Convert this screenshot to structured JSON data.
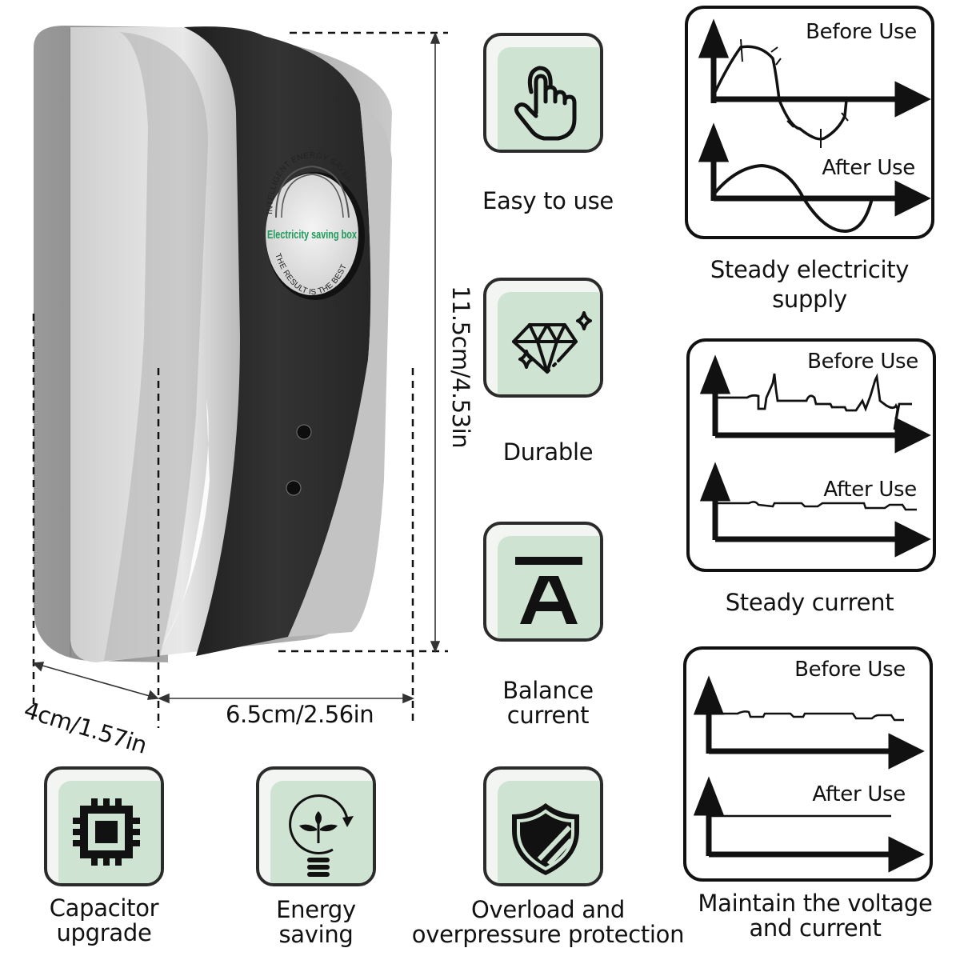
{
  "product": {
    "badge": {
      "top_arc": "INTELLIGENT ENERGY SAVER",
      "center": "Electricity saving box",
      "bottom_arc": "THE RESULT IS THE BEST",
      "center_color": "#1f9a5a"
    },
    "dimensions": {
      "height": "11.5cm/4.53in",
      "width": "6.5cm/2.56in",
      "depth": "4cm/1.57in"
    }
  },
  "features": [
    {
      "icon": "hand-pointer-icon",
      "label": "Easy to use"
    },
    {
      "icon": "diamond-icon",
      "label": "Durable"
    },
    {
      "icon": "a-bar-icon",
      "label_line1": "Balance",
      "label_line2": "current"
    },
    {
      "icon": "chip-icon",
      "label_line1": "Capacitor",
      "label_line2": "upgrade"
    },
    {
      "icon": "eco-bulb-icon",
      "label_line1": "Energy",
      "label_line2": "saving"
    },
    {
      "icon": "shield-icon",
      "label_line1": "Overload and",
      "label_line2": "overpressure protection"
    }
  ],
  "comparisons": [
    {
      "before": "Before Use",
      "after": "After Use",
      "caption_line1": "Steady electricity",
      "caption_line2": "supply"
    },
    {
      "before": "Before Use",
      "after": "After Use",
      "caption_line1": "Steady current"
    },
    {
      "before": "Before Use",
      "after": "After Use",
      "caption_line1": "Maintain the voltage",
      "caption_line2": "and current"
    }
  ],
  "colors": {
    "tile_fill": "#cfe3d2",
    "tile_border": "#2b2b2b",
    "device_black": "#2a2a2a",
    "device_silver": "#b9b9b9"
  }
}
